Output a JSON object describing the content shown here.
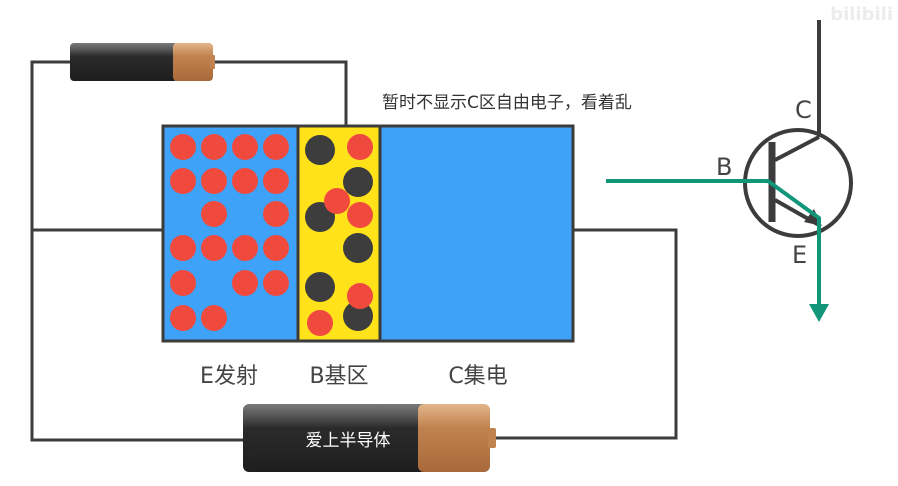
{
  "annotation": "暂时不显示C区自由电子，看着乱",
  "regions": {
    "emitter": "E发射",
    "base": "B基区",
    "collector": "C集电"
  },
  "battery_large_label": "爱上半导体",
  "transistor": {
    "collector": "C",
    "base": "B",
    "emitter": "E"
  },
  "watermark": "bilibili",
  "colors": {
    "region_blue": "#3ea2f8",
    "base_yellow": "#ffe21a",
    "hole_red": "#f04a3e",
    "electron_dark": "#3d3d3d",
    "wire": "#3c3c3c",
    "current_green": "#12967a",
    "battery_dark": "#2b2b2b",
    "battery_copper": "#c0824f"
  }
}
